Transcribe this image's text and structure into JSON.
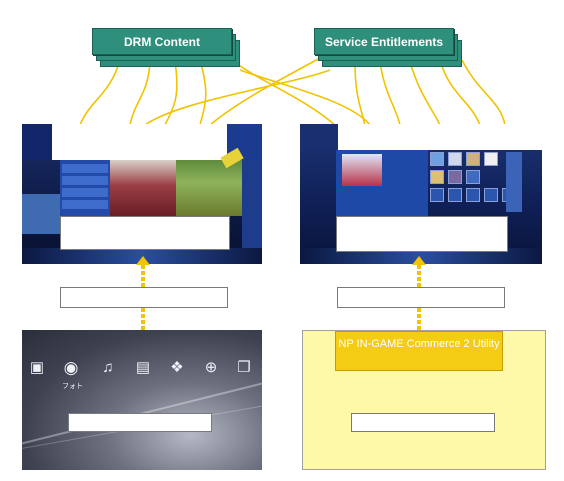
{
  "top_nodes": {
    "drm_content": "DRM Content",
    "service_entitlements": "Service Entitlements"
  },
  "xmb": {
    "photo_label": "フォト"
  },
  "utility": {
    "label": "NP IN-GAME Commerce 2 Utility"
  },
  "colors": {
    "node_fill": "#2f8f7d",
    "connector": "#f1c300",
    "utility_fill": "#f5cc14",
    "panel_bg": "#fdf9a8"
  }
}
